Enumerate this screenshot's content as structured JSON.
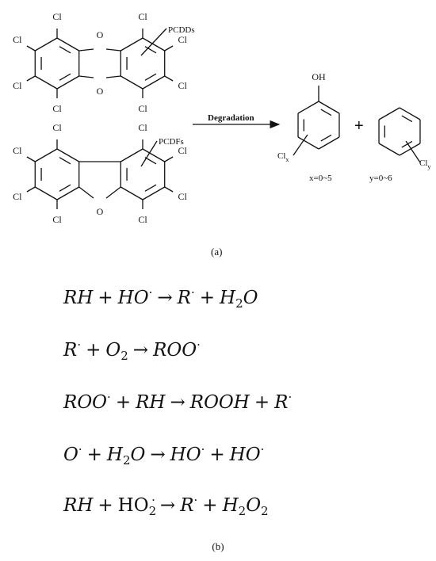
{
  "panel_a": {
    "chlorine": "Cl",
    "oxygen": "O",
    "hydroxyl": "OH",
    "pcdds_label": "PCDDs",
    "pcdfs_label": "PCDFs",
    "arrow_label": "Degradation",
    "plus": "+",
    "clx_base": "Cl",
    "clx_sub": "x",
    "cly_base": "Cl",
    "cly_sub": "y",
    "x_range": "x=0~5",
    "y_range": "y=0~6",
    "caption": "(a)"
  },
  "panel_b": {
    "caption": "(b)",
    "equations": [
      [
        [
          "RH"
        ],
        [
          "+"
        ],
        [
          "HO",
          "",
          "·"
        ],
        [
          "→"
        ],
        [
          "R",
          "",
          "·"
        ],
        [
          "+"
        ],
        [
          "H",
          "2",
          ""
        ],
        [
          "O"
        ]
      ],
      [
        [
          "R",
          "",
          "·"
        ],
        [
          "+"
        ],
        [
          "O",
          "2",
          ""
        ],
        [
          "→"
        ],
        [
          "ROO",
          "",
          "·"
        ]
      ],
      [
        [
          "ROO",
          "",
          "·"
        ],
        [
          "+"
        ],
        [
          "RH"
        ],
        [
          "→"
        ],
        [
          "ROOH"
        ],
        [
          "+"
        ],
        [
          "R",
          "",
          "·"
        ]
      ],
      [
        [
          "O",
          "",
          "·"
        ],
        [
          "+"
        ],
        [
          "H",
          "2",
          ""
        ],
        [
          "O"
        ],
        [
          "→"
        ],
        [
          "HO",
          "",
          "·"
        ],
        [
          "+"
        ],
        [
          "HO",
          "",
          "·"
        ]
      ],
      [
        [
          "RH"
        ],
        [
          "+"
        ],
        [
          "HO",
          "2",
          "·",
          "rm"
        ],
        [
          "→"
        ],
        [
          "R",
          "",
          "·"
        ],
        [
          "+"
        ],
        [
          "H",
          "2",
          ""
        ],
        [
          "O",
          "2",
          ""
        ]
      ]
    ]
  }
}
